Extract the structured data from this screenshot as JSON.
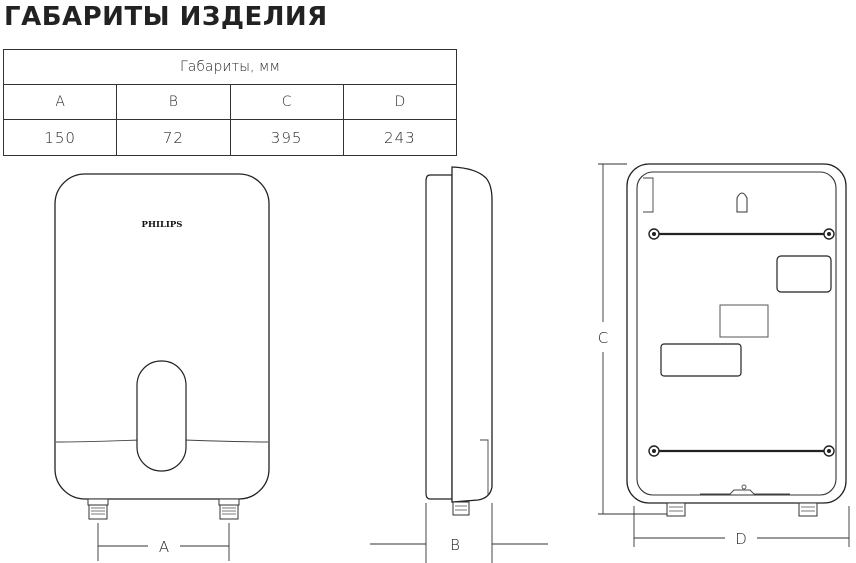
{
  "title": "ГАБАРИТЫ ИЗДЕЛИЯ",
  "table": {
    "header": "Габариты, мм",
    "columns": [
      "A",
      "B",
      "C",
      "D"
    ],
    "values": [
      "150",
      "72",
      "395",
      "243"
    ]
  },
  "drawing": {
    "brand": "PHILIPS",
    "dimension_labels": {
      "a": "A",
      "b": "B",
      "c": "C",
      "d": "D"
    }
  }
}
